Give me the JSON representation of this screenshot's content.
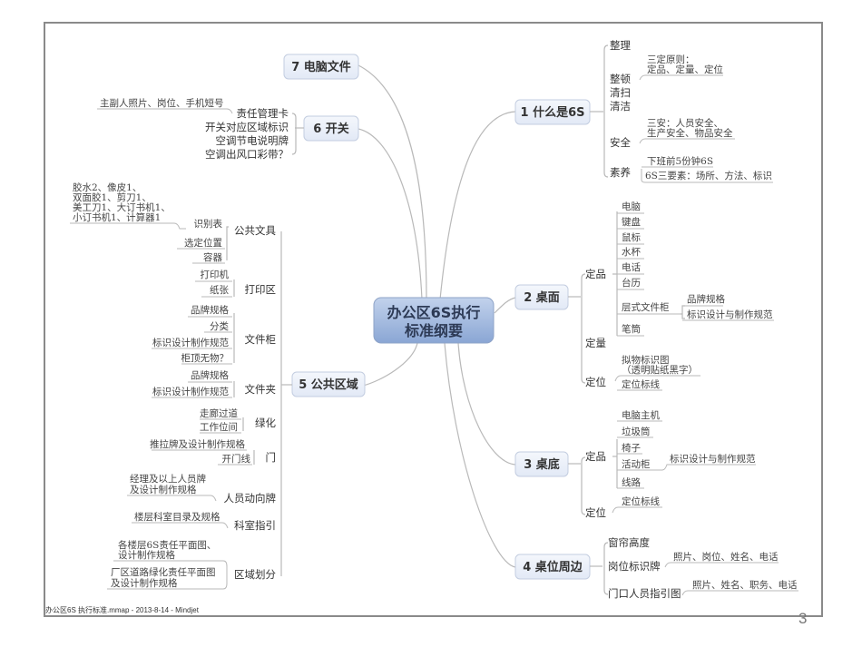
{
  "center": {
    "line1": "办公区6S执行",
    "line2": "标准纲要"
  },
  "colors": {
    "center_fill_top": "#b7c9e6",
    "center_fill_bottom": "#8aa6d4",
    "topic_fill": "#eef2fa",
    "topic_border": "#b8c4d8",
    "line": "#b9b9b9"
  },
  "branches": {
    "b1": {
      "label": "1 什么是6S",
      "children": [
        {
          "label": "整理"
        },
        {
          "label": "整顿",
          "notes": [
            "三定原则：",
            "定品、定量、定位"
          ]
        },
        {
          "label": "清扫"
        },
        {
          "label": "清洁"
        },
        {
          "label": "安全",
          "notes": [
            "三安：人员安全、",
            "生产安全、物品安全"
          ]
        },
        {
          "label": "素养",
          "items": [
            "下班前5份钟6S",
            "6S三要素：场所、方法、标识"
          ]
        }
      ]
    },
    "b2": {
      "label": "2 桌面",
      "children": [
        {
          "label": "定品",
          "items": [
            "电脑",
            "键盘",
            "鼠标",
            "水杯",
            "电话",
            "台历",
            "层式文件柜",
            "笔筒"
          ],
          "cabinet_items": [
            "品牌规格",
            "标识设计与制作规范"
          ]
        },
        {
          "label": "定量"
        },
        {
          "label": "定位",
          "items": [
            "拟物标识图",
            "（透明贴纸黑字）",
            "定位标线"
          ]
        }
      ]
    },
    "b3": {
      "label": "3 桌底",
      "children": [
        {
          "label": "定品",
          "items": [
            "电脑主机",
            "垃圾筒",
            "椅子",
            "活动柜",
            "线路"
          ],
          "cabinet_note": "标识设计与制作规范"
        },
        {
          "label": "定位",
          "items": [
            "定位标线"
          ]
        }
      ]
    },
    "b4": {
      "label": "4 桌位周边",
      "children": [
        {
          "label": "窗帘高度"
        },
        {
          "label": "岗位标识牌",
          "note": "照片、岗位、姓名、电话"
        },
        {
          "label": "门口人员指引图",
          "note": "照片、姓名、职务、电话"
        }
      ]
    },
    "b5": {
      "label": "5 公共区域",
      "children": [
        {
          "label": "公共文具",
          "items": [
            "识别表",
            "选定位置",
            "容器"
          ],
          "notes": [
            "胶水2、像皮1、",
            "双面胶1、剪刀1、",
            "美工刀1、大订书机1、",
            "小订书机1、计算器1"
          ]
        },
        {
          "label": "打印区",
          "items": [
            "打印机",
            "纸张"
          ]
        },
        {
          "label": "文件柜",
          "items": [
            "品牌规格",
            "分类",
            "标识设计制作规范",
            "柜顶无物？"
          ]
        },
        {
          "label": "文件夹",
          "items": [
            "品牌规格",
            "标识设计制作规范"
          ]
        },
        {
          "label": "绿化",
          "items": [
            "走廊过道",
            "工作位间"
          ]
        },
        {
          "label": "门",
          "items": [
            "推拉牌及设计制作规格",
            "开门线"
          ]
        },
        {
          "label": "人员动向牌",
          "notes": [
            "经理及以上人员牌",
            "及设计制作规格"
          ]
        },
        {
          "label": "科室指引",
          "notes": [
            "楼层科室目录及规格"
          ]
        },
        {
          "label": "区域划分",
          "notes": [
            "各楼层6S责任平面图、",
            "设计制作规格",
            "厂区道路绿化责任平面图",
            "及设计制作规格"
          ]
        }
      ]
    },
    "b6": {
      "label": "6 开关",
      "children": [
        {
          "label": "责任管理卡",
          "note": "主副人照片、岗位、手机短号"
        },
        {
          "label": "开关对应区域标识"
        },
        {
          "label": "空调节电说明牌"
        },
        {
          "label": "空调出风口彩带？"
        }
      ]
    },
    "b7": {
      "label": "7 电脑文件"
    }
  },
  "footer": "办公区6S 执行标准.mmap - 2013-8-14 - Mindjet",
  "page_number": "3"
}
